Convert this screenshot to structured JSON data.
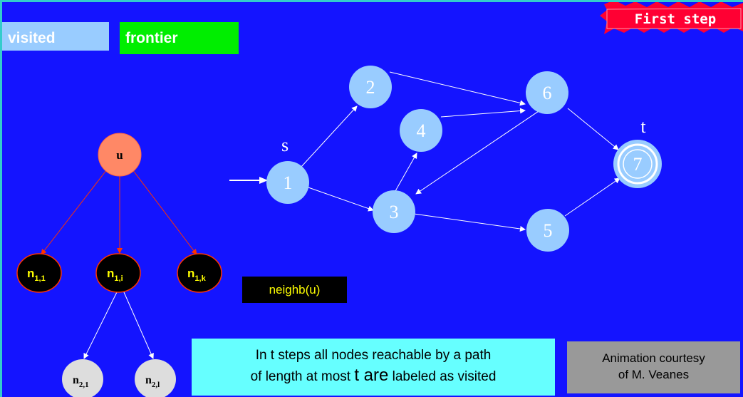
{
  "badge": {
    "label": "First step"
  },
  "legend": {
    "visited": "visited",
    "frontier": "frontier"
  },
  "tree": {
    "root": "u",
    "level1": [
      {
        "base": "n",
        "sub": "1,1"
      },
      {
        "base": "n",
        "sub": "1,i"
      },
      {
        "base": "n",
        "sub": "1,k"
      }
    ],
    "level2": [
      {
        "base": "n",
        "sub": "2,1"
      },
      {
        "base": "n",
        "sub": "2,l"
      }
    ]
  },
  "neighb_label": "neighb(u)",
  "graph": {
    "start_label": "s",
    "target_label": "t",
    "nodes": [
      "1",
      "2",
      "3",
      "4",
      "5",
      "6",
      "7"
    ]
  },
  "note": {
    "line1": "In t steps all nodes reachable by a path",
    "line2_pre": "of length at most ",
    "line2_t": "t",
    "line2_are": " are",
    "line2_post": " labeled as visited"
  },
  "credit": {
    "line1": "Animation courtesy",
    "line2": "of M. Veanes"
  },
  "colors": {
    "background": "#1414ff",
    "visited": "#99ccff",
    "frontier": "#00ee00",
    "root_node": "#ff8866",
    "level1_node": "#000000",
    "level2_node": "#dddddd",
    "tree_edge_red": "#ff3300",
    "badge": "#ff0033"
  }
}
